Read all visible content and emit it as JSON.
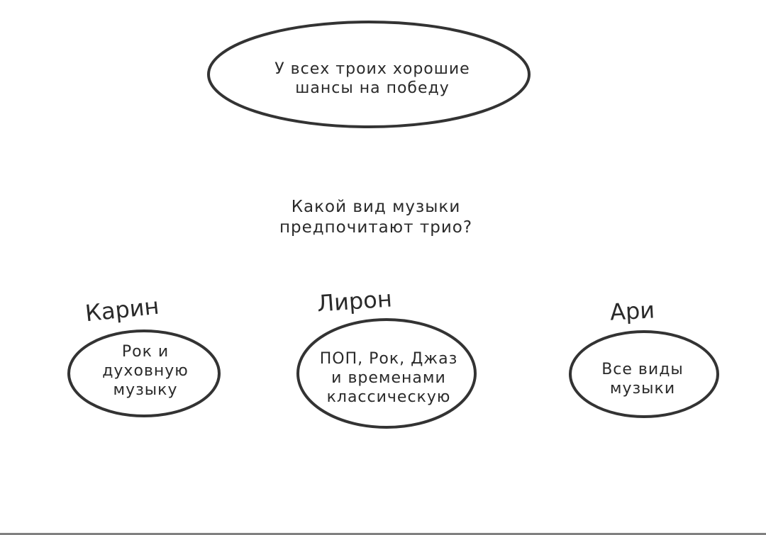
{
  "top_bubble": {
    "line1": "У всех троих хорошие",
    "line2": "шансы на победу"
  },
  "question": {
    "line1": "Какой вид музыки",
    "line2": "предпочитают трио?"
  },
  "people": [
    {
      "name": "Карин",
      "lines": [
        "Рок и",
        "духовную",
        "музыку"
      ]
    },
    {
      "name": "Лирон",
      "lines": [
        "ПОП, Рок, Джаз",
        "и временами",
        "классическую"
      ]
    },
    {
      "name": "Ари",
      "lines": [
        "Все виды",
        "музыки"
      ]
    }
  ]
}
